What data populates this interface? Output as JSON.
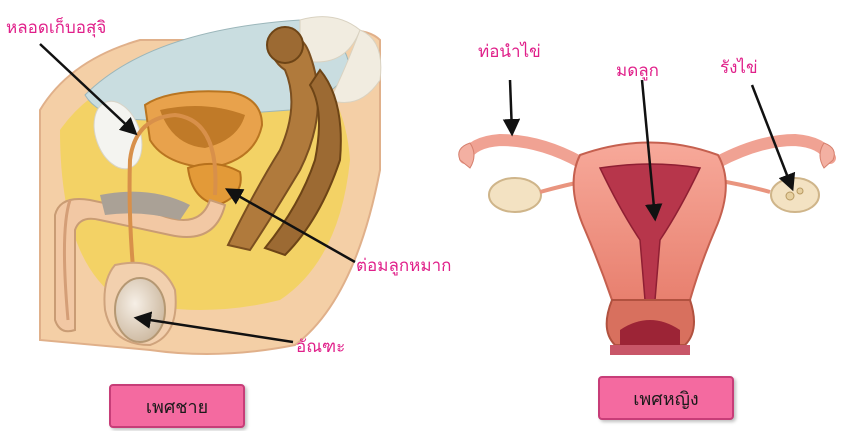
{
  "male": {
    "labels": {
      "vas_deferens": "หลอดเก็บอสุจิ",
      "prostate": "ต่อมลูกหมาก",
      "testis": "อัณฑะ"
    },
    "caption": "เพศชาย"
  },
  "female": {
    "labels": {
      "fallopian_tube": "ท่อนำไข่",
      "uterus": "มดลูก",
      "ovary": "รังไข่"
    },
    "caption": "เพศหญิง"
  },
  "colors": {
    "label_text": "#e0208a",
    "caption_fill": "#f46aa0",
    "caption_border": "#c73d78",
    "arrow": "#111111"
  }
}
